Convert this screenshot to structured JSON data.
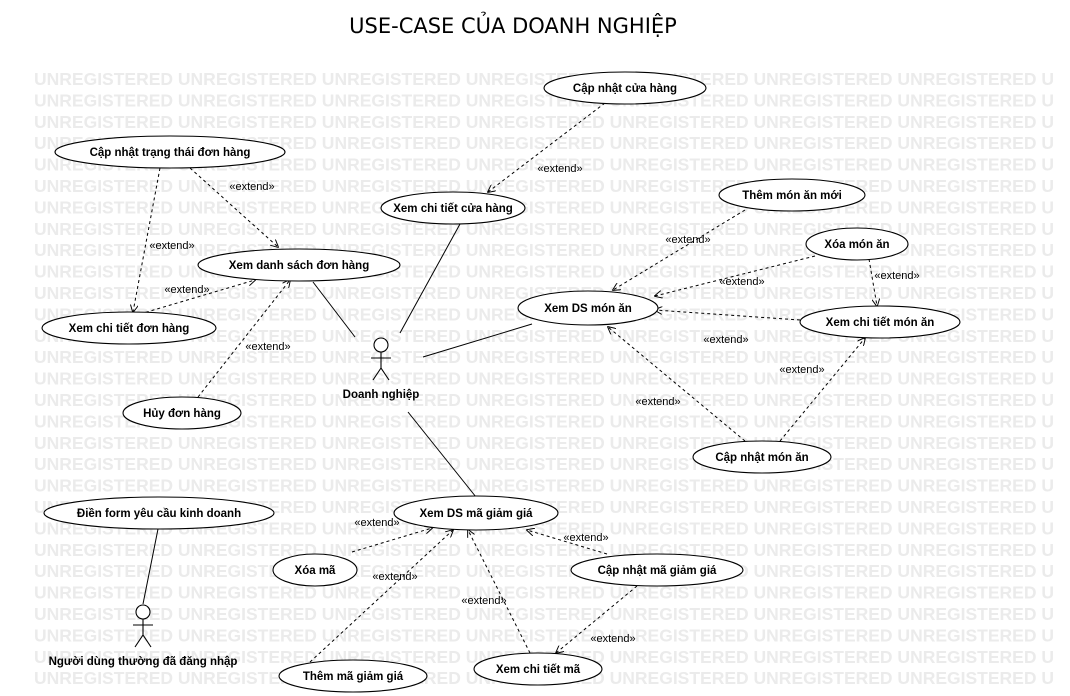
{
  "title": "USE-CASE CỦA DOANH NGHIỆP",
  "watermark": "UNREGISTERED UNREGISTERED UNREGISTERED UNREGISTERED UNREGISTERED UNREGISTERED UNREGISTERED U",
  "extend_label": "«extend»",
  "actors": [
    {
      "id": "doanh-nghiep",
      "label": "Doanh nghiệp"
    },
    {
      "id": "nguoi-dung",
      "label": "Người dùng thường đã đăng nhập"
    }
  ],
  "use_cases": [
    {
      "id": "cap-nhat-cua-hang",
      "label": "Cập nhật cửa hàng"
    },
    {
      "id": "cap-nhat-trang-thai",
      "label": "Cập nhật trạng thái đơn hàng"
    },
    {
      "id": "xem-chi-tiet-cua-hang",
      "label": "Xem chi tiết cửa hàng"
    },
    {
      "id": "xem-danh-sach-don-hang",
      "label": "Xem danh sách đơn hàng"
    },
    {
      "id": "xem-chi-tiet-don-hang",
      "label": "Xem chi tiết đơn hàng"
    },
    {
      "id": "huy-don-hang",
      "label": "Hủy đơn hàng"
    },
    {
      "id": "them-mon-an-moi",
      "label": "Thêm món ăn mới"
    },
    {
      "id": "xoa-mon-an",
      "label": "Xóa món ăn"
    },
    {
      "id": "xem-ds-mon-an",
      "label": "Xem DS món ăn"
    },
    {
      "id": "xem-chi-tiet-mon-an",
      "label": "Xem chi tiết món ăn"
    },
    {
      "id": "cap-nhat-mon-an",
      "label": "Cập nhật món ăn"
    },
    {
      "id": "dien-form",
      "label": "Điền form yêu cầu kinh doanh"
    },
    {
      "id": "xem-ds-ma-giam-gia",
      "label": "Xem DS mã giảm giá"
    },
    {
      "id": "xoa-ma",
      "label": "Xóa mã"
    },
    {
      "id": "cap-nhat-ma-giam-gia",
      "label": "Cập nhật mã giảm giá"
    },
    {
      "id": "them-ma-giam-gia",
      "label": "Thêm mã giảm giá"
    },
    {
      "id": "xem-chi-tiet-ma",
      "label": "Xem chi tiết mã"
    }
  ]
}
